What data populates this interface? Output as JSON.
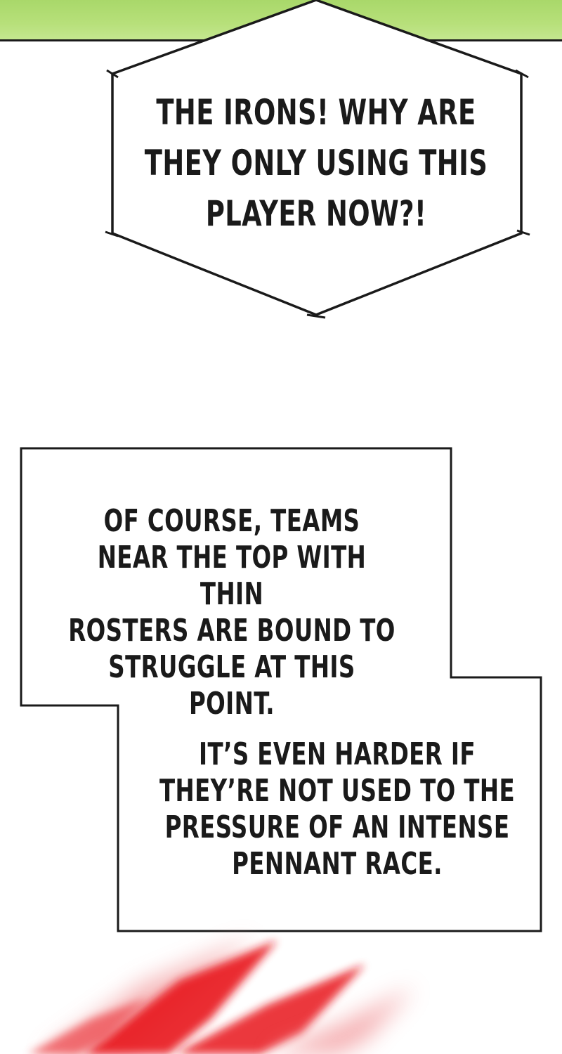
{
  "panels": {
    "bubble_1": {
      "text": "THE IRONS! WHY ARE\nTHEY ONLY USING THIS\nPLAYER NOW?!"
    },
    "box_2": {
      "text": "OF COURSE, TEAMS\nNEAR THE TOP WITH THIN\nROSTERS ARE BOUND TO\nSTRUGGLE AT THIS POINT."
    },
    "box_3": {
      "text": "IT’S EVEN HARDER IF\nTHEY’RE NOT USED TO THE\nPRESSURE OF AN INTENSE\nPENNANT RACE."
    }
  },
  "colors": {
    "grass": "#b7e07a",
    "ink": "#1a1a1a",
    "red_effect": "#e8141c"
  }
}
